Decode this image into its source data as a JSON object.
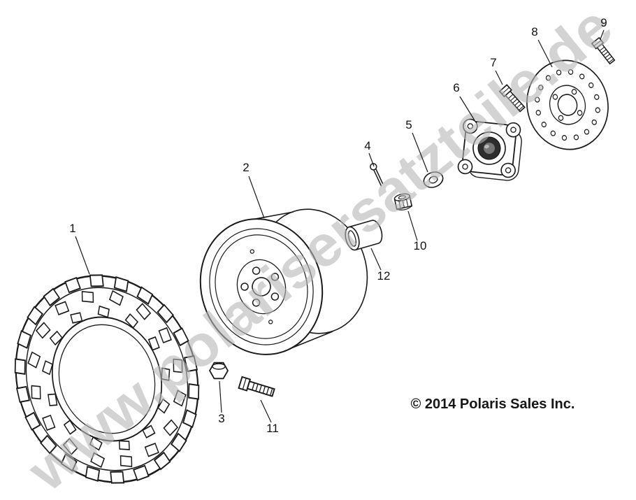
{
  "colors": {
    "background": "#ffffff",
    "line": "#1a1a1a",
    "watermark": "#b5b5b5",
    "text": "#111111"
  },
  "watermark": {
    "text": "www.polarisersatzteile.de"
  },
  "copyright": {
    "text": "© 2014 Polaris Sales Inc."
  },
  "callouts": [
    {
      "label": "1",
      "part": "tire"
    },
    {
      "label": "2",
      "part": "wheel-rim"
    },
    {
      "label": "3",
      "part": "lug-nut"
    },
    {
      "label": "4",
      "part": "cotter-pin"
    },
    {
      "label": "5",
      "part": "washer"
    },
    {
      "label": "6",
      "part": "wheel-hub"
    },
    {
      "label": "7",
      "part": "hub-bolt"
    },
    {
      "label": "8",
      "part": "brake-disc"
    },
    {
      "label": "9",
      "part": "disc-bolt"
    },
    {
      "label": "10",
      "part": "castle-nut"
    },
    {
      "label": "11",
      "part": "wheel-bolt"
    },
    {
      "label": "12",
      "part": "spacer-tube"
    }
  ]
}
